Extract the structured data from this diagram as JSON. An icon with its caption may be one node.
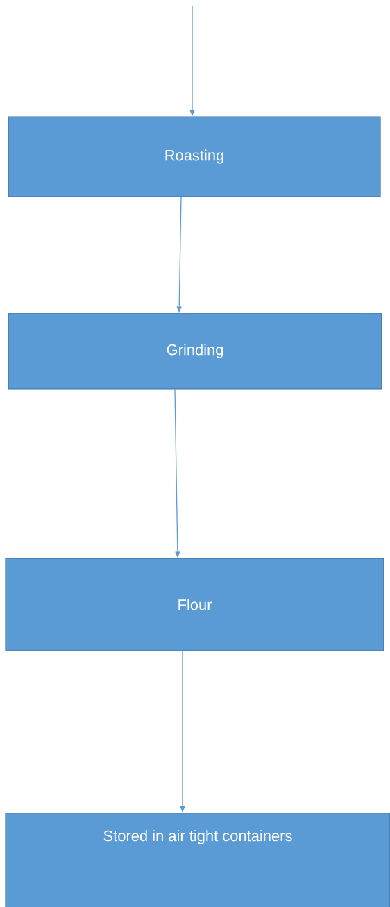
{
  "diagram": {
    "nodes": [
      {
        "text": [
          "Roasting"
        ]
      },
      {
        "text": [
          "Grinding"
        ]
      },
      {
        "text": [
          "Flour"
        ]
      },
      {
        "text": [
          "Stored in air tight containers"
        ]
      }
    ],
    "edges": [
      {
        "from": null,
        "to": 0,
        "arrow": "to"
      },
      {
        "from": 0,
        "to": 1,
        "arrow": "to"
      },
      {
        "from": 1,
        "to": 2,
        "arrow": "to"
      },
      {
        "from": 2,
        "to": 3,
        "arrow": "to"
      }
    ]
  }
}
